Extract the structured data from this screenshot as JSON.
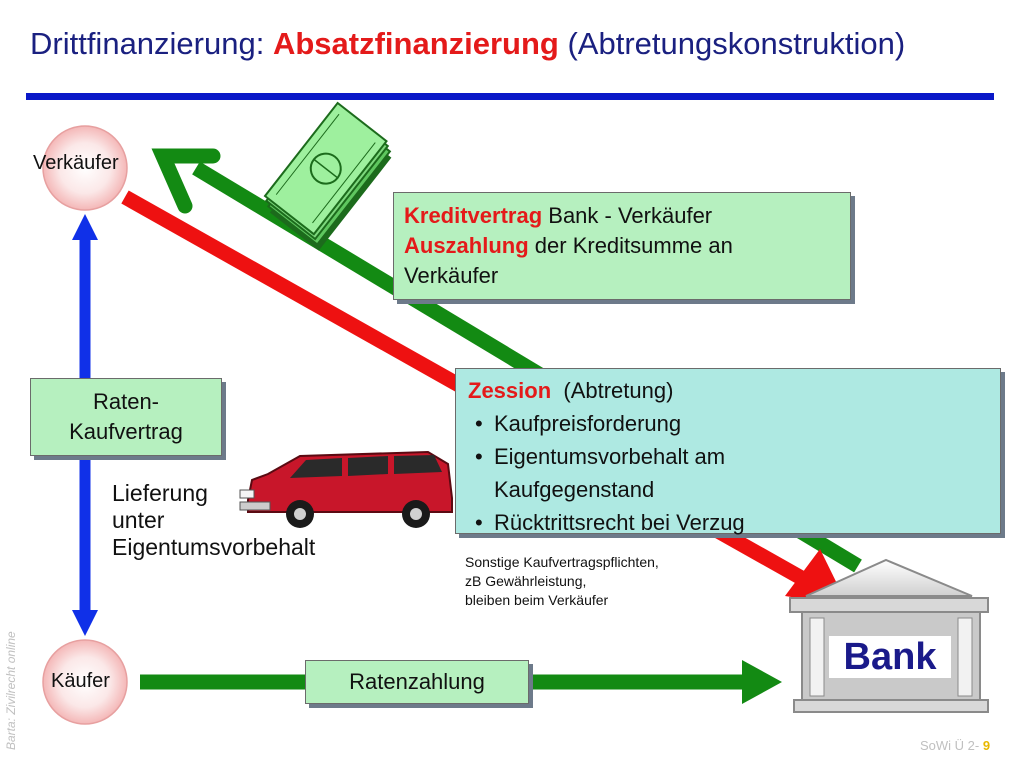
{
  "title": {
    "prefix": "Drittfinanzierung: ",
    "highlight": "Absatzfinanzierung",
    "suffix": " (Abtretungskonstruktion)"
  },
  "nodes": {
    "verkaeufer": "Verkäufer",
    "kaeufer": "Käufer",
    "bank": "Bank"
  },
  "raten_kaufvertrag": {
    "line1": "Raten-",
    "line2": "Kaufvertrag"
  },
  "lieferung": [
    "Lieferung",
    "unter",
    "Eigentumsvorbehalt"
  ],
  "kreditvertrag": {
    "kw1": "Kreditvertrag",
    "rest1": " Bank - Verkäufer",
    "kw2": "Auszahlung",
    "rest2": " der Kreditsumme an",
    "line3": "Verkäufer"
  },
  "zession": {
    "keyword": "Zession",
    "paren": "(Abtretung)",
    "bullets": [
      "Kaufpreisforderung",
      "Eigentumsvorbehalt am Kaufgegenstand",
      "Rücktrittsrecht bei Verzug"
    ]
  },
  "note": [
    "Sonstige Kaufvertragspflichten,",
    "zB Gewährleistung,",
    "bleiben beim Verkäufer"
  ],
  "ratenzahlung": "Ratenzahlung",
  "footer": {
    "watermark": "Barta: Zivilrecht online",
    "page_prefix": "SoWi Ü 2- ",
    "page_number": "9"
  },
  "colors": {
    "title_blue": "#1a2080",
    "accent_red": "#e41a1a",
    "arrow_green": "#138a13",
    "arrow_blue": "#1030e8",
    "box_green": "#b6f0bf",
    "box_teal": "#aee9e2"
  }
}
